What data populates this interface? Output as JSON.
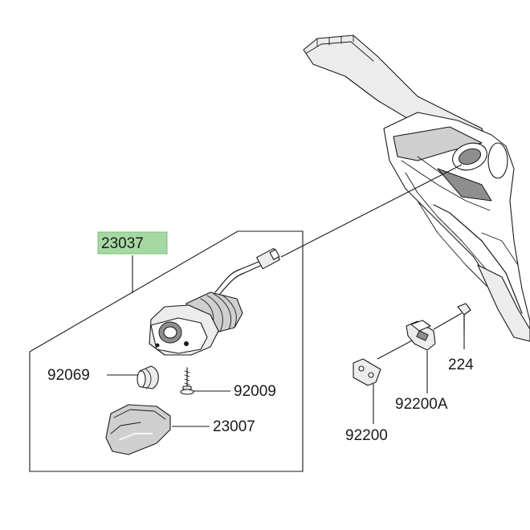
{
  "parts": {
    "turn_signal_assembly": {
      "number": "23037",
      "highlight_color": "#a6d8a3"
    },
    "bulb": {
      "number": "92069"
    },
    "screw": {
      "number": "92009"
    },
    "lens": {
      "number": "23007"
    },
    "bracket_plate": {
      "number": "92200"
    },
    "bracket_plate_a": {
      "number": "92200A"
    },
    "bolt": {
      "number": "224"
    }
  }
}
